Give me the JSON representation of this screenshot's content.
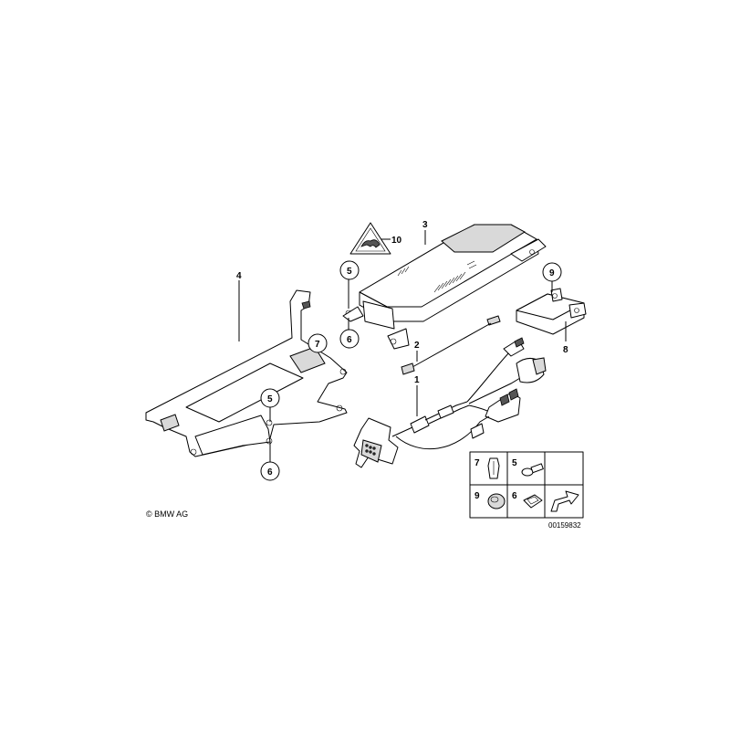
{
  "diagram": {
    "callouts": {
      "c1": "1",
      "c2": "2",
      "c3": "3",
      "c4": "4",
      "c5a": "5",
      "c6a": "6",
      "c7a": "7",
      "c5b": "5",
      "c6b": "6",
      "c8": "8",
      "c9a": "9",
      "c10": "10"
    },
    "legend": {
      "k7": "7",
      "k5": "5",
      "k9": "9",
      "k6": "6"
    },
    "copyright": "© BMW AG",
    "drawing_number": "00159832"
  }
}
